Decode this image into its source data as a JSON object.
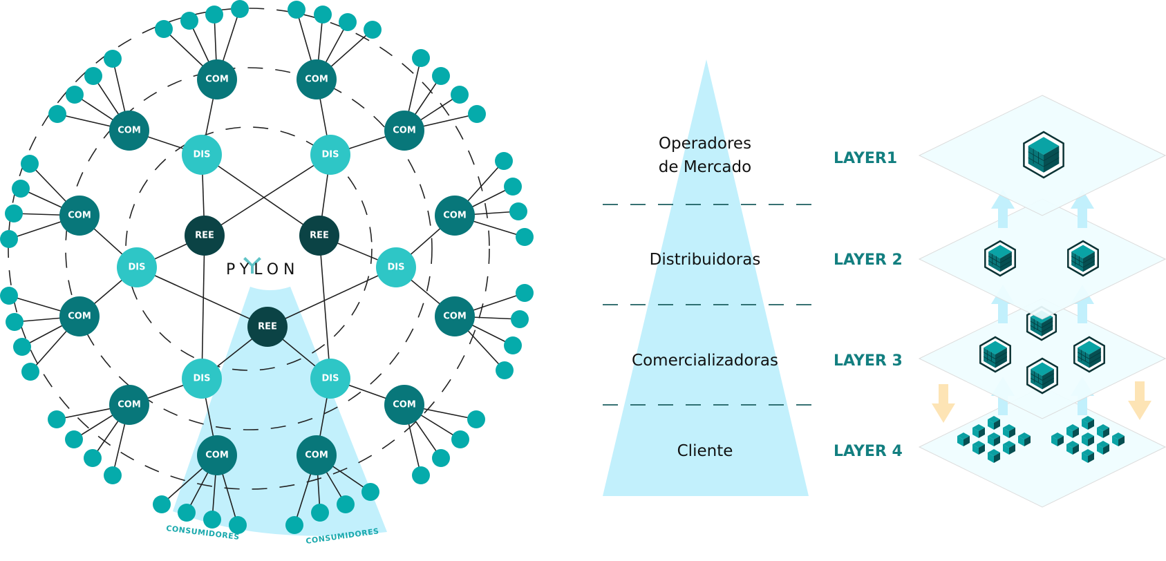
{
  "network": {
    "brand": "PYLON",
    "node_types": {
      "REE": {
        "label": "REE",
        "color": "#0b4345"
      },
      "DIS": {
        "label": "DIS",
        "color": "#2ec6c6"
      },
      "COM": {
        "label": "COM",
        "color": "#08777a"
      },
      "consumer": {
        "label": "",
        "color": "#05abab"
      }
    },
    "consumers_label": "CONSUMIDORES",
    "highlight_color": "#c2f0fc"
  },
  "pyramid": {
    "color": "#c2f0fc",
    "tiers": [
      {
        "label_lines": [
          "Operadores",
          "de Mercado"
        ],
        "layer": "LAYER1"
      },
      {
        "label_lines": [
          "Distribuidoras"
        ],
        "layer": "LAYER 2"
      },
      {
        "label_lines": [
          "Comercializadoras"
        ],
        "layer": "LAYER 3"
      },
      {
        "label_lines": [
          "Cliente"
        ],
        "layer": "LAYER 4"
      }
    ],
    "divider_color": "#1a5d5e",
    "layer_color": "#137f80"
  },
  "layers_stack": {
    "plane_color": "#effdff",
    "up_arrow_color": "#c2f0fc",
    "down_arrow_color": "#fde4b5",
    "cube_color": "#08777a"
  }
}
